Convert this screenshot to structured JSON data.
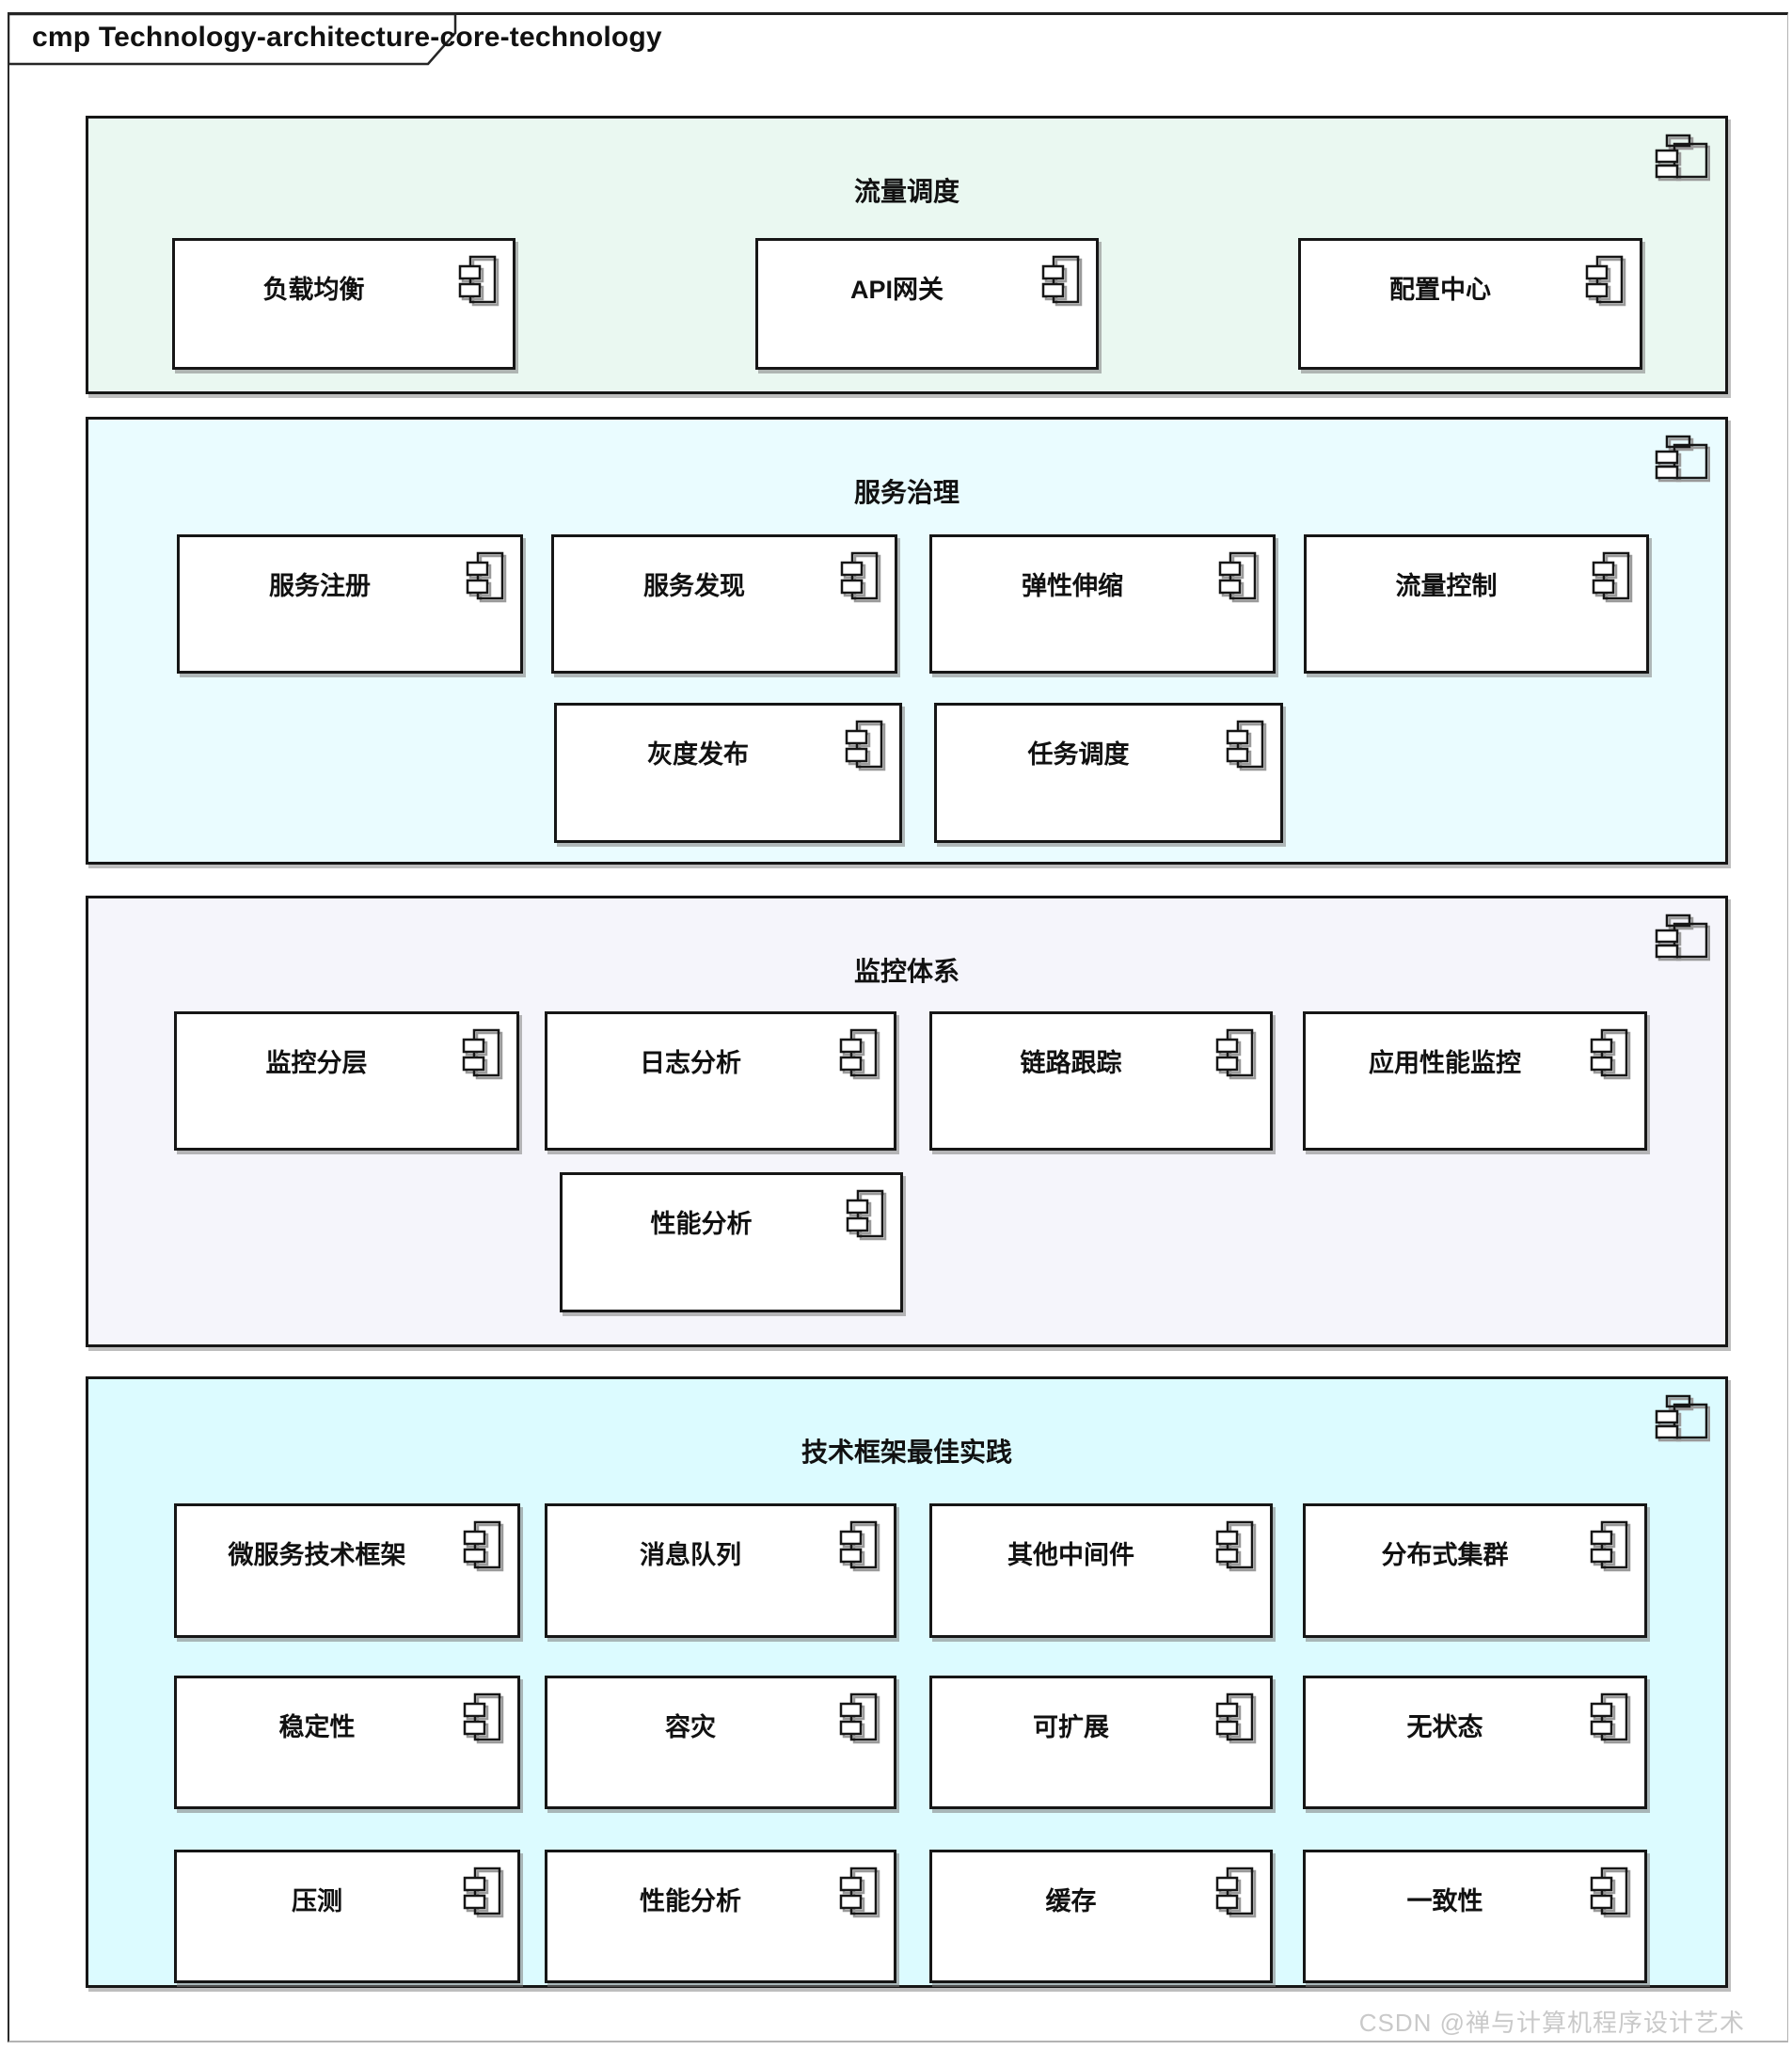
{
  "page": {
    "tab_title": "cmp Technology-architecture-core-technology",
    "watermark": "CSDN @禅与计算机程序设计艺术"
  },
  "colors": {
    "frame_border": "#1f1f1f",
    "box_border": "#161616",
    "shadow": "#7d7d7d",
    "traffic_scheduling_bg": "#eaf8f1",
    "service_governance_bg": "#eafcff",
    "monitoring_bg": "#f5f5fb",
    "best_practice_bg": "#dcfbff",
    "watermark_color": "#c9c9c9"
  },
  "icons": {
    "group_corner": "uml-package-component-icon",
    "component_corner": "uml-component-icon"
  },
  "groups": [
    {
      "id": "traffic-scheduling",
      "title": "流量调度",
      "bg": "#eaf8f1",
      "rows": [
        [
          "负载均衡",
          "API网关",
          "配置中心"
        ]
      ]
    },
    {
      "id": "service-governance",
      "title": "服务治理",
      "bg": "#eafcff",
      "rows": [
        [
          "服务注册",
          "服务发现",
          "弹性伸缩",
          "流量控制"
        ],
        [
          "灰度发布",
          "任务调度"
        ]
      ]
    },
    {
      "id": "monitoring-system",
      "title": "监控体系",
      "bg": "#f5f5fb",
      "rows": [
        [
          "监控分层",
          "日志分析",
          "链路跟踪",
          "应用性能监控"
        ],
        [
          "性能分析"
        ]
      ]
    },
    {
      "id": "tech-framework-best-practice",
      "title": "技术框架最佳实践",
      "bg": "#dcfbff",
      "rows": [
        [
          "微服务技术框架",
          "消息队列",
          "其他中间件",
          "分布式集群"
        ],
        [
          "稳定性",
          "容灾",
          "可扩展",
          "无状态"
        ],
        [
          "压测",
          "性能分析",
          "缓存",
          "一致性"
        ]
      ]
    }
  ]
}
